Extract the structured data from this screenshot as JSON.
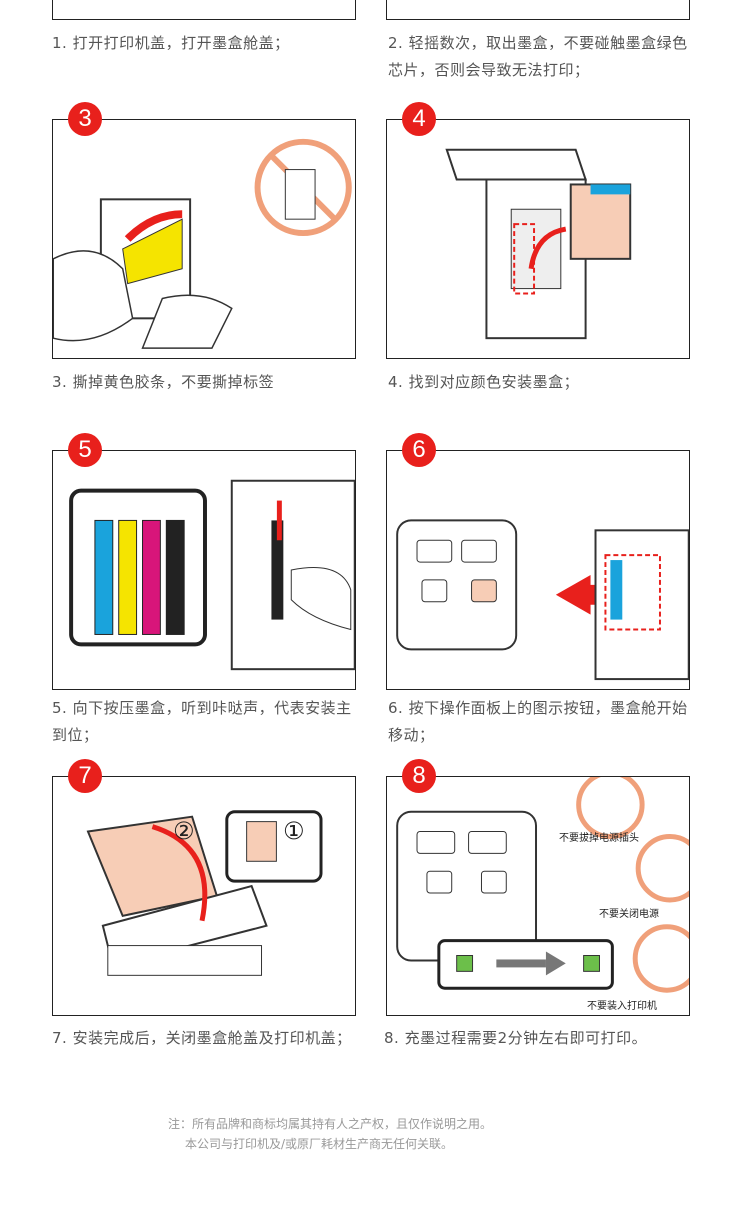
{
  "steps": [
    {
      "number": "1",
      "caption": "1. 打开打印机盖，打开墨盒舱盖；"
    },
    {
      "number": "2",
      "caption": "2. 轻摇数次，取出墨盒，不要碰触墨盒绿色芯片，否则会导致无法打印；"
    },
    {
      "number": "3",
      "caption": "3. 撕掉黄色胶条，不要撕掉标签"
    },
    {
      "number": "4",
      "caption": "4. 找到对应颜色安装墨盒；"
    },
    {
      "number": "5",
      "caption": "5. 向下按压墨盒，听到咔哒声，代表安装主到位；"
    },
    {
      "number": "6",
      "caption": "6. 按下操作面板上的图示按钮，墨盒舱开始移动；"
    },
    {
      "number": "7",
      "caption": "7. 安装完成后，关闭墨盒舱盖及打印机盖；"
    },
    {
      "number": "8",
      "caption": "8. 充墨过程需要2分钟左右即可打印。"
    }
  ],
  "step7_labels": {
    "a": "②",
    "b": "①"
  },
  "step8_warnings": [
    "不要拔掉电源插头",
    "不要关闭电源",
    "不要装入打印机"
  ],
  "footer": {
    "line1": "注：所有品牌和商标均属其持有人之产权，且仅作说明之用。",
    "line2": "本公司与打印机及/或原厂耗材生产商无任何关联。"
  },
  "colors": {
    "badge": "#e8201c",
    "prohibit": "#f0a07a",
    "cyan": "#1aa3dc",
    "yellow": "#f5e400",
    "magenta": "#d8157a"
  }
}
